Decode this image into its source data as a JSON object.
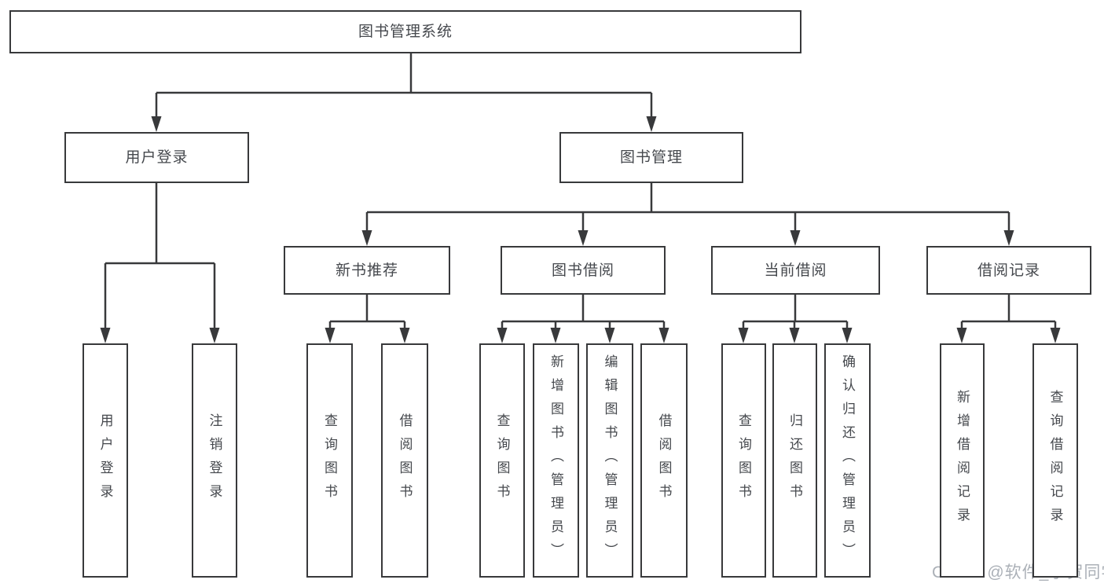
{
  "diagram": {
    "root": {
      "id": "root",
      "label": "图书管理系统",
      "children": [
        {
          "id": "user-login-group",
          "label": "用户登录",
          "children": [
            {
              "id": "leaf-user-login",
              "label": "用户登录"
            },
            {
              "id": "leaf-logout",
              "label": "注销登录"
            }
          ]
        },
        {
          "id": "book-management",
          "label": "图书管理",
          "children": [
            {
              "id": "new-book-recommend",
              "label": "新书推荐",
              "children": [
                {
                  "id": "leaf-nb-query",
                  "label": "查询图书"
                },
                {
                  "id": "leaf-nb-borrow",
                  "label": "借阅图书"
                }
              ]
            },
            {
              "id": "book-borrow",
              "label": "图书借阅",
              "children": [
                {
                  "id": "leaf-bb-query",
                  "label": "查询图书"
                },
                {
                  "id": "leaf-bb-add",
                  "label": "新增图书（管理员）"
                },
                {
                  "id": "leaf-bb-edit",
                  "label": "编辑图书（管理员）"
                },
                {
                  "id": "leaf-bb-borrow",
                  "label": "借阅图书"
                }
              ]
            },
            {
              "id": "current-borrow",
              "label": "当前借阅",
              "children": [
                {
                  "id": "leaf-cb-query",
                  "label": "查询图书"
                },
                {
                  "id": "leaf-cb-return",
                  "label": "归还图书"
                },
                {
                  "id": "leaf-cb-confirm",
                  "label": "确认归还（管理员）"
                }
              ]
            },
            {
              "id": "borrow-records",
              "label": "借阅记录",
              "children": [
                {
                  "id": "leaf-br-add",
                  "label": "新增借阅记录"
                },
                {
                  "id": "leaf-br-query",
                  "label": "查询借阅记录"
                }
              ]
            }
          ]
        }
      ]
    }
  },
  "watermark": {
    "text": "CSDN @软件_小贺同学"
  },
  "colors": {
    "line": "#38393b",
    "text": "#45484d",
    "box_background": "#ffffff",
    "watermark": "#a2a8b0"
  }
}
